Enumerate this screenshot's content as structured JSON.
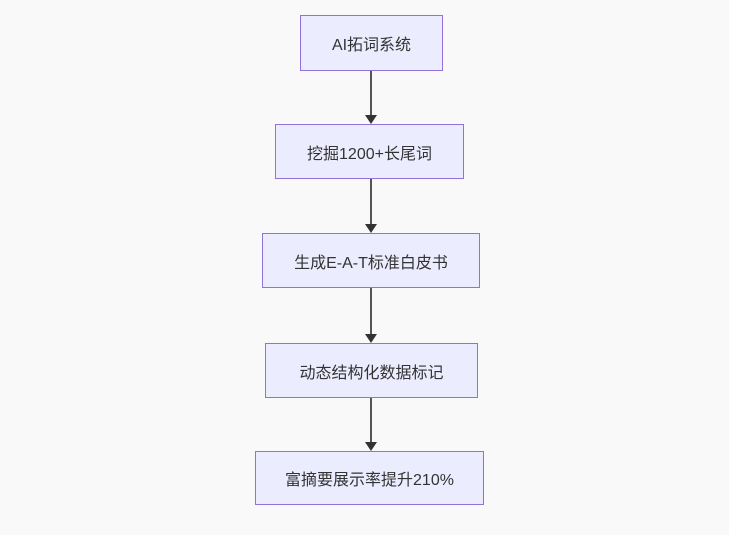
{
  "diagram": {
    "type": "flowchart",
    "direction": "top-down",
    "nodes": [
      {
        "id": "n1",
        "label": "AI拓词系统"
      },
      {
        "id": "n2",
        "label": "挖掘1200+长尾词"
      },
      {
        "id": "n3",
        "label": "生成E-A-T标准白皮书"
      },
      {
        "id": "n4",
        "label": "动态结构化数据标记"
      },
      {
        "id": "n5",
        "label": "富摘要展示率提升210%"
      }
    ],
    "edges": [
      {
        "from": "n1",
        "to": "n2"
      },
      {
        "from": "n2",
        "to": "n3"
      },
      {
        "from": "n3",
        "to": "n4"
      },
      {
        "from": "n4",
        "to": "n5"
      }
    ],
    "colors": {
      "background": "#f9f9f9",
      "node_fill": "#ECECFF",
      "node_border": "#9370DB",
      "text": "#333333",
      "arrow": "#555555",
      "arrow_head": "#333333"
    }
  }
}
